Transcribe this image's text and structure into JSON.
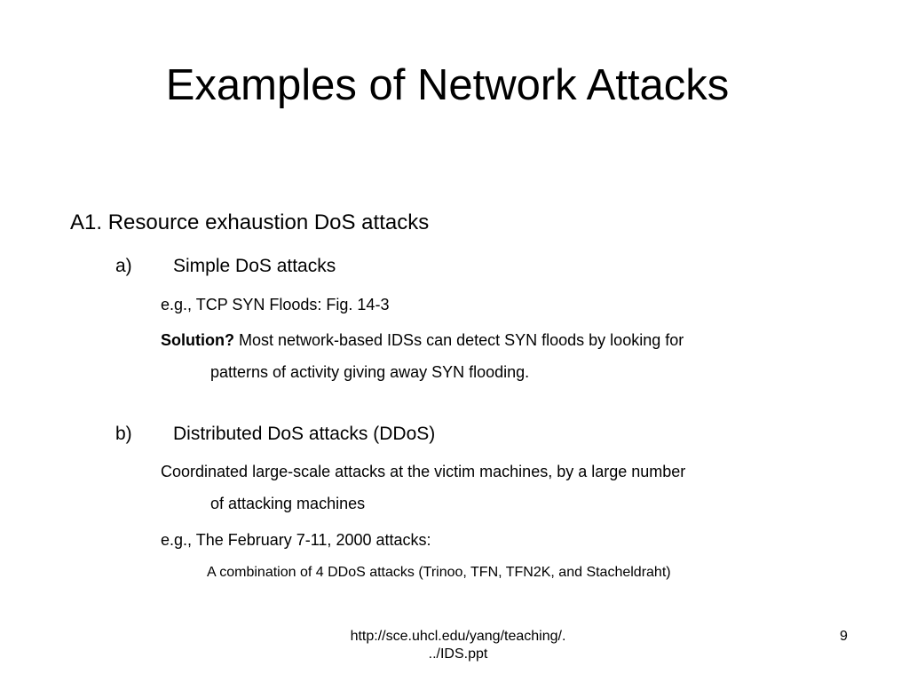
{
  "slide": {
    "title": "Examples of Network Attacks",
    "a1": "A1. Resource exhaustion DoS attacks",
    "a_label": "a)",
    "a_text": "Simple DoS attacks",
    "a_example": "e.g., TCP SYN Floods: Fig. 14-3",
    "solution_label": "Solution?",
    "solution_line1": " Most network-based IDSs can detect SYN floods by looking for",
    "solution_line2": "patterns of activity giving away SYN flooding.",
    "b_label": "b)",
    "b_text": "Distributed DoS attacks (DDoS)",
    "b_desc_line1": "Coordinated large-scale attacks at the victim machines, by a large number",
    "b_desc_line2": "of attacking machines",
    "b_example": "e.g., The February 7-11, 2000 attacks:",
    "b_combination": "A combination of 4 DDoS attacks (Trinoo, TFN, TFN2K, and Stacheldraht)"
  },
  "footer": {
    "url_line1": "http://sce.uhcl.edu/yang/teaching/.",
    "url_line2": "../IDS.ppt",
    "page_number": "9"
  }
}
